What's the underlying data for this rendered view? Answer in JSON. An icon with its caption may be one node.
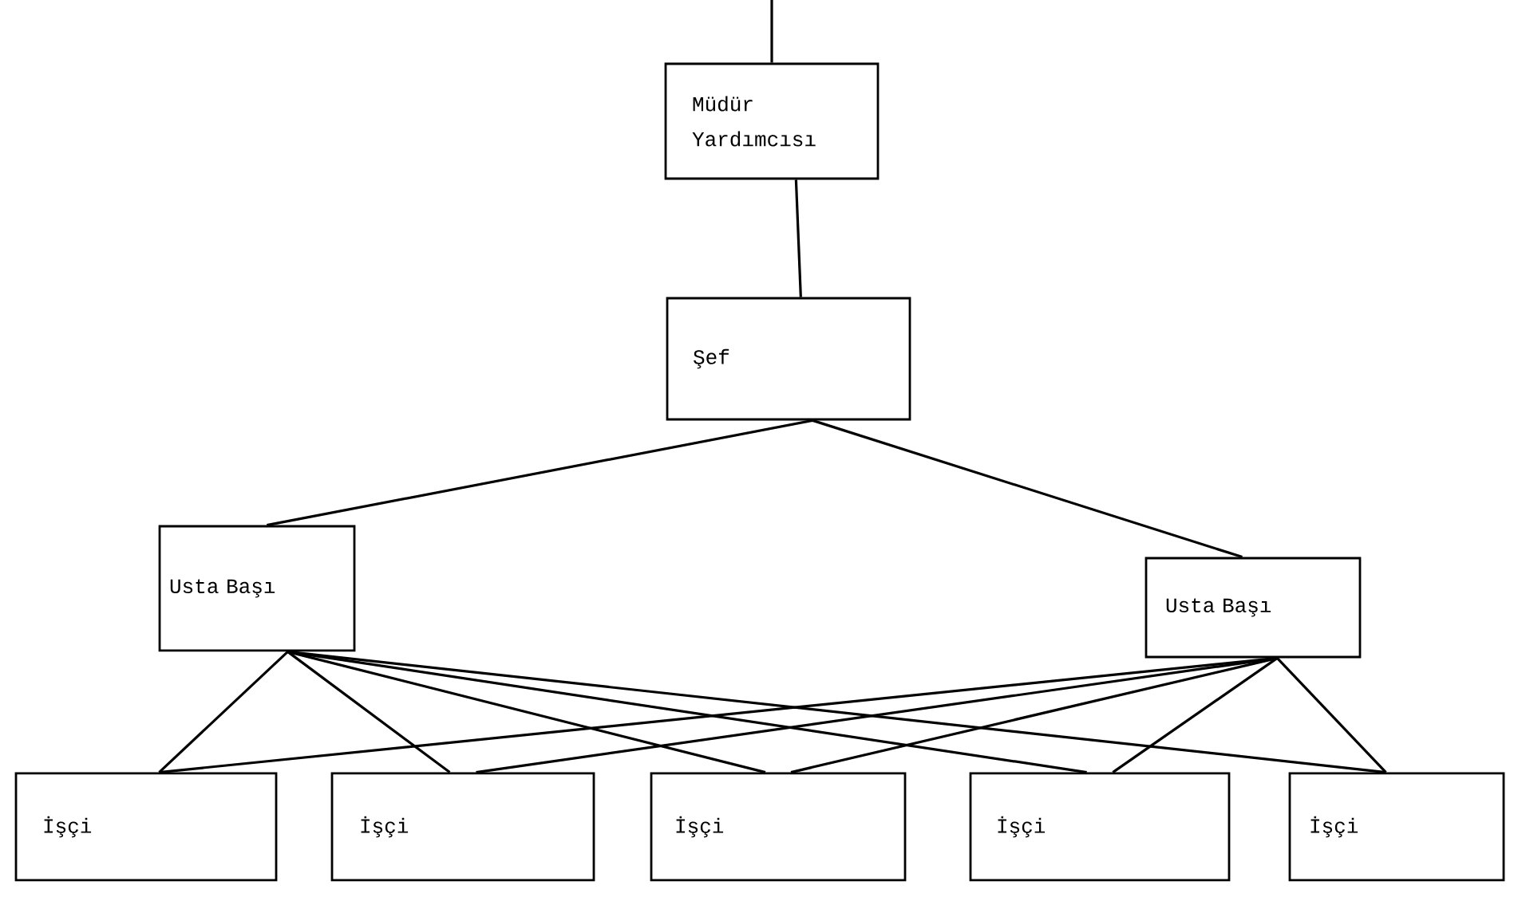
{
  "diagram": {
    "nodes": [
      {
        "text": [
          "Müdür Yardımcısı"
        ]
      },
      {
        "text": [
          "Şef"
        ]
      },
      {
        "text": [
          "Usta Başı"
        ]
      },
      {
        "text": [
          "Usta Başı"
        ]
      },
      {
        "text": [
          "İşçi"
        ]
      },
      {
        "text": [
          "İşçi"
        ]
      },
      {
        "text": [
          "İşçi"
        ]
      },
      {
        "text": [
          "İşçi"
        ]
      },
      {
        "text": [
          "İşçi"
        ]
      }
    ],
    "edges": [
      {
        "from": null,
        "to": 0,
        "arrow": "none"
      },
      {
        "from": 0,
        "to": 1,
        "arrow": "none"
      },
      {
        "from": 1,
        "to": 2,
        "arrow": "none"
      },
      {
        "from": 1,
        "to": 3,
        "arrow": "none"
      },
      {
        "from": 2,
        "to": 4,
        "arrow": "none"
      },
      {
        "from": 2,
        "to": 5,
        "arrow": "none"
      },
      {
        "from": 2,
        "to": 6,
        "arrow": "none"
      },
      {
        "from": 2,
        "to": 7,
        "arrow": "none"
      },
      {
        "from": 2,
        "to": 8,
        "arrow": "none"
      },
      {
        "from": 3,
        "to": 4,
        "arrow": "none"
      },
      {
        "from": 3,
        "to": 5,
        "arrow": "none"
      },
      {
        "from": 3,
        "to": 6,
        "arrow": "none"
      },
      {
        "from": 3,
        "to": 7,
        "arrow": "none"
      },
      {
        "from": 3,
        "to": 8,
        "arrow": "none"
      }
    ]
  }
}
